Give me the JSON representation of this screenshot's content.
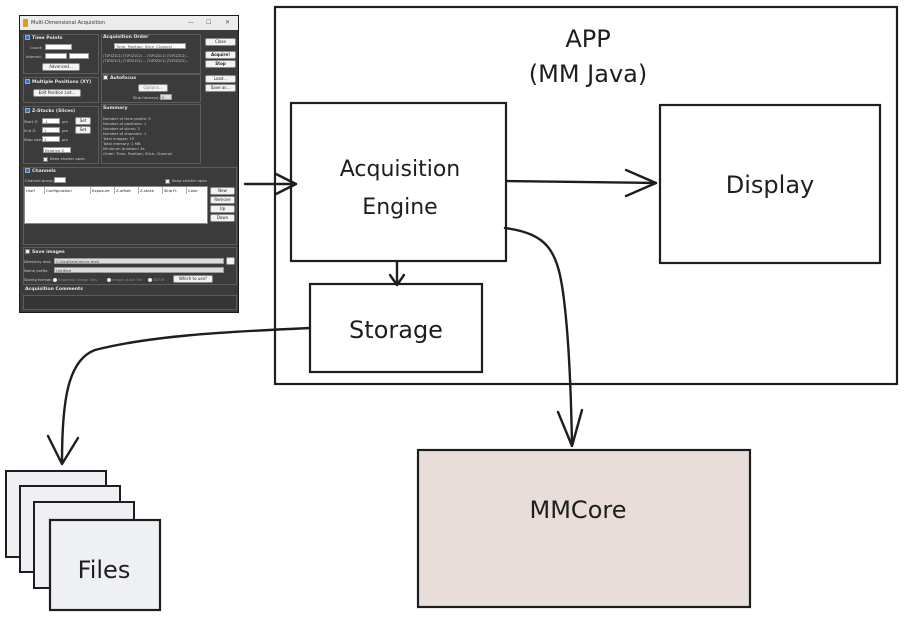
{
  "colors": {
    "stroke": "#1e1e1e",
    "mmcore_fill": "#e8ddd9",
    "files_fill": "#eef0f4",
    "window_bg": "#3b3b3b"
  },
  "diagram": {
    "app_title_line1": "APP",
    "app_title_line2": "(MM Java)",
    "acq_engine_line1": "Acquisition",
    "acq_engine_line2": "Engine",
    "display_label": "Display",
    "storage_label": "Storage",
    "mmcore_label": "MMCore",
    "files_label": "Files"
  },
  "mda_window": {
    "title": "Multi-Dimensional Acquisition",
    "controls": {
      "minimize": "—",
      "maximize": "☐",
      "close": "✕"
    },
    "time_points": {
      "header": "Time Points",
      "count_label": "Count:",
      "interval_label": "Interval:",
      "advanced_button": "Advanced..."
    },
    "acq_order": {
      "header": "Acquisition Order",
      "select_value": "Time, Position, Slice, Channel",
      "line1": "(T1P1Z1C1) (T1P1Z1C2) ... (T1P1Z2C1) (T1P1Z2C2)...",
      "line2": "(T1P2Z1C1) (T1P2Z1C2) ... (T1P2Z2C1) (T1P2Z2C2)..."
    },
    "side_buttons": [
      "Close",
      "Acquire!",
      "Stop",
      "Load...",
      "Save as..."
    ],
    "multi_positions": {
      "header": "Multiple Positions (XY)",
      "edit_button": "Edit Position List..."
    },
    "autofocus": {
      "header": "Autofocus",
      "options_button": "Options...",
      "skip_label": "Skip frame(s):",
      "skip_value": "0"
    },
    "z_stacks": {
      "header": "Z-Stacks (Slices)",
      "start_label": "Start Z:",
      "start_value": "-1",
      "end_label": "End Z:",
      "end_value": "1",
      "step_label": "Step size:",
      "step_value": "1",
      "unit": "µm",
      "set_button": "Set",
      "relative_select": "Relative Z",
      "keep_shutter": "Keep shutter open"
    },
    "summary": {
      "header": "Summary",
      "lines": [
        "Number of time points: 5",
        "Number of positions: 1",
        "Number of slices: 3",
        "Number of channels: 1",
        "Total images: 15",
        "Total memory: 1 MB",
        "Minimum duration: 4s",
        "Order: Time, Position, Slice, Channel"
      ]
    },
    "channels": {
      "header": "Channels",
      "group_label": "Channel group:",
      "keep_shutter": "Keep shutter open",
      "columns": [
        "Use?",
        "Configuration",
        "Exposure",
        "Z-offset",
        "Z-stack",
        "Skip Fr.",
        "Color"
      ],
      "buttons": [
        "New",
        "Remove",
        "Up",
        "Down"
      ]
    },
    "save": {
      "header": "Save images",
      "dir_label": "Directory root:",
      "dir_value": "C:\\AcqData\\micro-test\\",
      "prefix_label": "Name prefix:",
      "prefix_value": "Untitled",
      "format_label": "Saving format:",
      "formats": [
        "Separate image files",
        "Image stack file",
        "NDTiff"
      ],
      "which_button": "Which to use?"
    },
    "comments_header": "Acquisition Comments"
  }
}
